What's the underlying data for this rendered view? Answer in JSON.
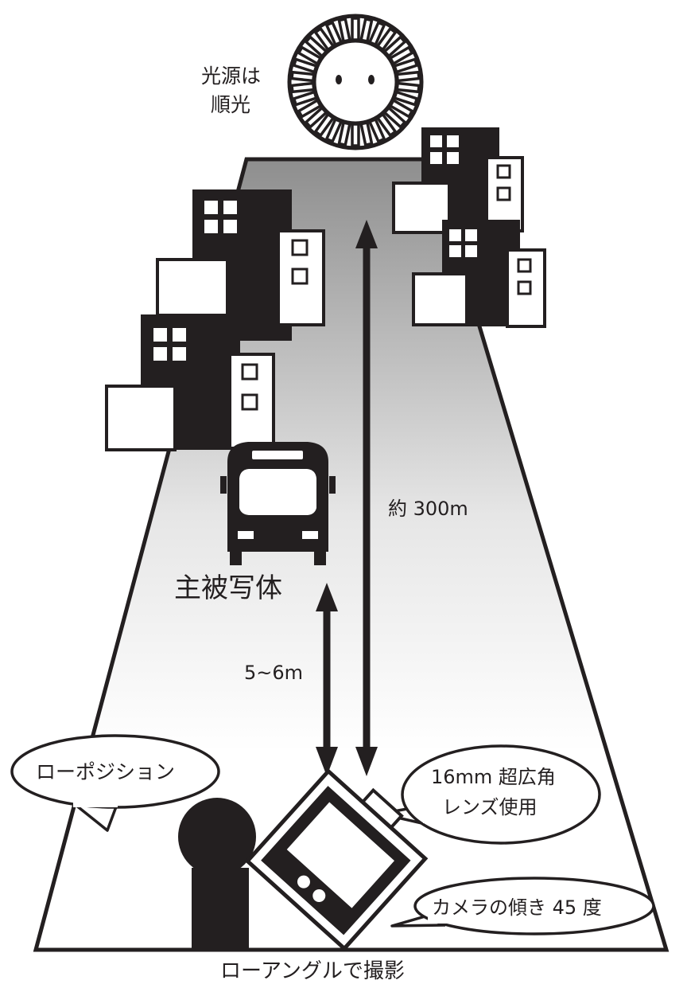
{
  "labels": {
    "light_source": [
      "光源は",
      "順光"
    ],
    "distance_far": "約 300m",
    "subject": "主被写体",
    "distance_near": "5~6m",
    "low_position": "ローポジション",
    "lens": [
      "16mm 超広角",
      "レンズ使用"
    ],
    "camera_tilt": "カメラの傾き 45 度",
    "caption": "ローアングルで撮影"
  },
  "colors": {
    "ink": "#231f20",
    "road_far": "#8f8f8f",
    "road_near": "#ffffff"
  }
}
